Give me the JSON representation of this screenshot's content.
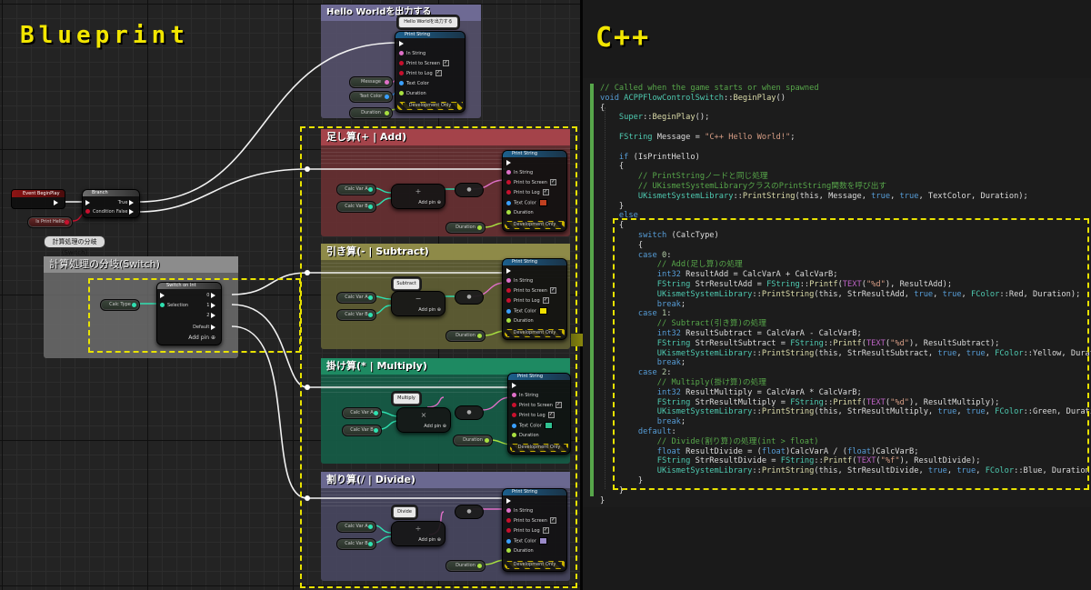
{
  "titles": {
    "blueprint": "Blueprint",
    "cpp": "C++"
  },
  "comments": {
    "hello": "Hello Worldを出力する",
    "add": "足し算(+ | Add)",
    "subtract": "引き算(- | Subtract)",
    "multiply": "掛け算(* | Multiply)",
    "divide": "割り算(/ | Divide)",
    "switch_group": "計算処理の分岐(Switch)",
    "switch_bubble": "計算処理の分岐(Switch)"
  },
  "literals": {
    "hello": "Hello Worldを出力する",
    "subtract": "Subtract",
    "multiply": "Multiply",
    "divide": "Divide"
  },
  "print_string": {
    "title": "Print String",
    "in_string": "In String",
    "print_to_screen": "Print to Screen",
    "print_to_log": "Print to Log",
    "text_color": "Text Color",
    "duration": "Duration",
    "dev_only": "Development Only"
  },
  "vars": {
    "message": "Message",
    "text_color": "Text Color",
    "duration": "Duration",
    "calc_var_a": "Calc Var A",
    "calc_var_b": "Calc Var B",
    "calc_type": "Calc Type",
    "is_print_hello": "Is Print Hello"
  },
  "nodes": {
    "event": "Event BeginPlay",
    "branch": "Branch",
    "condition": "Condition",
    "true": "True",
    "false": "False",
    "switch": "Switch on Int",
    "selection": "Selection",
    "default": "Default",
    "add_pin": "Add pin",
    "case_labels": [
      "0",
      "1",
      "2"
    ]
  },
  "colors": {
    "add": "#b22a20",
    "subtract": "#e8d800",
    "multiply": "#27c07a",
    "divide": "#9a8ac8",
    "accent_yellow": "#e8e200"
  },
  "code_lines": [
    [
      [
        "cm",
        "// Called when the game starts or when spawned"
      ]
    ],
    [
      [
        "kw",
        "void "
      ],
      [
        "ty",
        "ACPPFlowControlSwitch"
      ],
      [
        "",
        "::"
      ],
      [
        "fn",
        "BeginPlay"
      ],
      [
        "",
        "()"
      ]
    ],
    [
      [
        "",
        "{"
      ]
    ],
    [
      [
        "",
        "    "
      ],
      [
        "ty",
        "Super"
      ],
      [
        "",
        "::"
      ],
      [
        "fn",
        "BeginPlay"
      ],
      [
        "",
        "();"
      ]
    ],
    [
      [
        "",
        ""
      ]
    ],
    [
      [
        "",
        "    "
      ],
      [
        "ty",
        "FString"
      ],
      [
        "",
        " Message = "
      ],
      [
        "st",
        "\"C++ Hello World!\""
      ],
      [
        "",
        ";"
      ]
    ],
    [
      [
        "",
        ""
      ]
    ],
    [
      [
        "",
        "    "
      ],
      [
        "kw",
        "if"
      ],
      [
        "",
        " (IsPrintHello)"
      ]
    ],
    [
      [
        "",
        "    {"
      ]
    ],
    [
      [
        "",
        "        "
      ],
      [
        "cm",
        "// PrintStringノードと同じ処理"
      ]
    ],
    [
      [
        "",
        "        "
      ],
      [
        "cm",
        "// UKismetSystemLibraryクラスのPrintString関数を呼び出す"
      ]
    ],
    [
      [
        "",
        "        "
      ],
      [
        "ty",
        "UKismetSystemLibrary"
      ],
      [
        "",
        "::"
      ],
      [
        "fn",
        "PrintString"
      ],
      [
        "",
        "(this, Message, "
      ],
      [
        "kw",
        "true"
      ],
      [
        "",
        ", "
      ],
      [
        "kw",
        "true"
      ],
      [
        "",
        ", TextColor, Duration);"
      ]
    ],
    [
      [
        "",
        "    }"
      ]
    ],
    [
      [
        "",
        "    "
      ],
      [
        "kw",
        "else"
      ]
    ],
    [
      [
        "",
        "    {"
      ]
    ],
    [
      [
        "",
        "        "
      ],
      [
        "kw",
        "switch"
      ],
      [
        "",
        " (CalcType)"
      ]
    ],
    [
      [
        "",
        "        {"
      ]
    ],
    [
      [
        "",
        "        "
      ],
      [
        "kw",
        "case "
      ],
      [
        "nm",
        "0"
      ],
      [
        "",
        ":"
      ]
    ],
    [
      [
        "",
        "            "
      ],
      [
        "cm",
        "// Add(足し算)の処理"
      ]
    ],
    [
      [
        "",
        "            "
      ],
      [
        "kw",
        "int32"
      ],
      [
        "",
        " ResultAdd = CalcVarA + CalcVarB;"
      ]
    ],
    [
      [
        "",
        "            "
      ],
      [
        "ty",
        "FString"
      ],
      [
        "",
        " StrResultAdd = "
      ],
      [
        "ty",
        "FString"
      ],
      [
        "",
        "::"
      ],
      [
        "fn",
        "Printf"
      ],
      [
        "",
        "("
      ],
      [
        "mc",
        "TEXT"
      ],
      [
        "",
        "("
      ],
      [
        "st",
        "\"%d\""
      ],
      [
        "",
        "), ResultAdd);"
      ]
    ],
    [
      [
        "",
        "            "
      ],
      [
        "ty",
        "UKismetSystemLibrary"
      ],
      [
        "",
        "::"
      ],
      [
        "fn",
        "PrintString"
      ],
      [
        "",
        "(this, StrResultAdd, "
      ],
      [
        "kw",
        "true"
      ],
      [
        "",
        ", "
      ],
      [
        "kw",
        "true"
      ],
      [
        "",
        ", "
      ],
      [
        "ty",
        "FColor"
      ],
      [
        "",
        "::Red, Duration);"
      ]
    ],
    [
      [
        "",
        "            "
      ],
      [
        "kw",
        "break"
      ],
      [
        "",
        ";"
      ]
    ],
    [
      [
        "",
        "        "
      ],
      [
        "kw",
        "case "
      ],
      [
        "nm",
        "1"
      ],
      [
        "",
        ":"
      ]
    ],
    [
      [
        "",
        "            "
      ],
      [
        "cm",
        "// Subtract(引き算)の処理"
      ]
    ],
    [
      [
        "",
        "            "
      ],
      [
        "kw",
        "int32"
      ],
      [
        "",
        " ResultSubtract = CalcVarA - CalcVarB;"
      ]
    ],
    [
      [
        "",
        "            "
      ],
      [
        "ty",
        "FString"
      ],
      [
        "",
        " StrResultSubtract = "
      ],
      [
        "ty",
        "FString"
      ],
      [
        "",
        "::"
      ],
      [
        "fn",
        "Printf"
      ],
      [
        "",
        "("
      ],
      [
        "mc",
        "TEXT"
      ],
      [
        "",
        "("
      ],
      [
        "st",
        "\"%d\""
      ],
      [
        "",
        "), ResultSubtract);"
      ]
    ],
    [
      [
        "",
        "            "
      ],
      [
        "ty",
        "UKismetSystemLibrary"
      ],
      [
        "",
        "::"
      ],
      [
        "fn",
        "PrintString"
      ],
      [
        "",
        "(this, StrResultSubtract, "
      ],
      [
        "kw",
        "true"
      ],
      [
        "",
        ", "
      ],
      [
        "kw",
        "true"
      ],
      [
        "",
        ", "
      ],
      [
        "ty",
        "FColor"
      ],
      [
        "",
        "::Yellow, Duration);"
      ]
    ],
    [
      [
        "",
        "            "
      ],
      [
        "kw",
        "break"
      ],
      [
        "",
        ";"
      ]
    ],
    [
      [
        "",
        "        "
      ],
      [
        "kw",
        "case "
      ],
      [
        "nm",
        "2"
      ],
      [
        "",
        ":"
      ]
    ],
    [
      [
        "",
        "            "
      ],
      [
        "cm",
        "// Multiply(掛け算)の処理"
      ]
    ],
    [
      [
        "",
        "            "
      ],
      [
        "kw",
        "int32"
      ],
      [
        "",
        " ResultMultiply = CalcVarA * CalcVarB;"
      ]
    ],
    [
      [
        "",
        "            "
      ],
      [
        "ty",
        "FString"
      ],
      [
        "",
        " StrResultMultiply = "
      ],
      [
        "ty",
        "FString"
      ],
      [
        "",
        "::"
      ],
      [
        "fn",
        "Printf"
      ],
      [
        "",
        "("
      ],
      [
        "mc",
        "TEXT"
      ],
      [
        "",
        "("
      ],
      [
        "st",
        "\"%d\""
      ],
      [
        "",
        "), ResultMultiply);"
      ]
    ],
    [
      [
        "",
        "            "
      ],
      [
        "ty",
        "UKismetSystemLibrary"
      ],
      [
        "",
        "::"
      ],
      [
        "fn",
        "PrintString"
      ],
      [
        "",
        "(this, StrResultMultiply, "
      ],
      [
        "kw",
        "true"
      ],
      [
        "",
        ", "
      ],
      [
        "kw",
        "true"
      ],
      [
        "",
        ", "
      ],
      [
        "ty",
        "FColor"
      ],
      [
        "",
        "::Green, Duration);"
      ]
    ],
    [
      [
        "",
        "            "
      ],
      [
        "kw",
        "break"
      ],
      [
        "",
        ";"
      ]
    ],
    [
      [
        "",
        "        "
      ],
      [
        "kw",
        "default"
      ],
      [
        "",
        ":"
      ]
    ],
    [
      [
        "",
        "            "
      ],
      [
        "cm",
        "// Divide(割り算)の処理(int > float)"
      ]
    ],
    [
      [
        "",
        "            "
      ],
      [
        "kw",
        "float"
      ],
      [
        "",
        " ResultDivide = ("
      ],
      [
        "kw",
        "float"
      ],
      [
        "",
        ")CalcVarA / ("
      ],
      [
        "kw",
        "float"
      ],
      [
        "",
        ")CalcVarB;"
      ]
    ],
    [
      [
        "",
        "            "
      ],
      [
        "ty",
        "FString"
      ],
      [
        "",
        " StrResultDivide = "
      ],
      [
        "ty",
        "FString"
      ],
      [
        "",
        "::"
      ],
      [
        "fn",
        "Printf"
      ],
      [
        "",
        "("
      ],
      [
        "mc",
        "TEXT"
      ],
      [
        "",
        "("
      ],
      [
        "st",
        "\"%f\""
      ],
      [
        "",
        "), ResultDivide);"
      ]
    ],
    [
      [
        "",
        "            "
      ],
      [
        "ty",
        "UKismetSystemLibrary"
      ],
      [
        "",
        "::"
      ],
      [
        "fn",
        "PrintString"
      ],
      [
        "",
        "(this, StrResultDivide, "
      ],
      [
        "kw",
        "true"
      ],
      [
        "",
        ", "
      ],
      [
        "kw",
        "true"
      ],
      [
        "",
        ", "
      ],
      [
        "ty",
        "FColor"
      ],
      [
        "",
        "::Blue, Duration);"
      ]
    ],
    [
      [
        "",
        "        }"
      ]
    ],
    [
      [
        "",
        "    }"
      ]
    ],
    [
      [
        "",
        "}"
      ]
    ]
  ]
}
